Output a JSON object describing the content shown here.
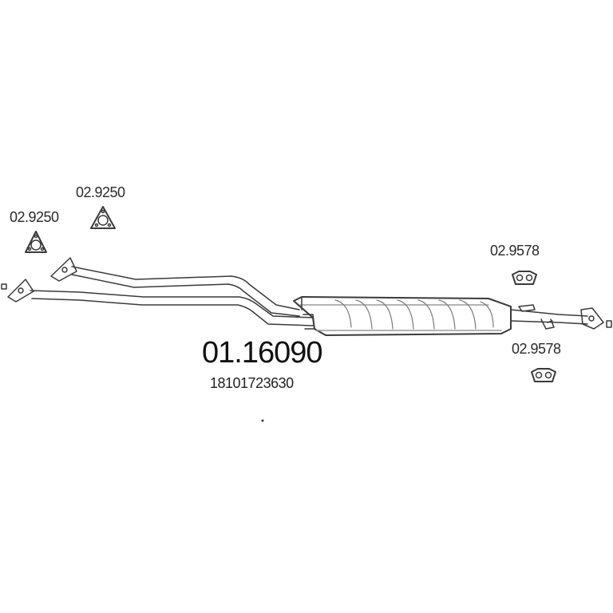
{
  "part_number": "01.16090",
  "oem_number": "18101723630",
  "references": {
    "gasket_left": "02.9250",
    "gasket_right": "02.9250",
    "hanger_top": "02.9578",
    "hanger_bottom": "02.9578"
  },
  "colors": {
    "line": "#3a3a3a",
    "shade": "#9a9a9a",
    "background": "#ffffff"
  }
}
